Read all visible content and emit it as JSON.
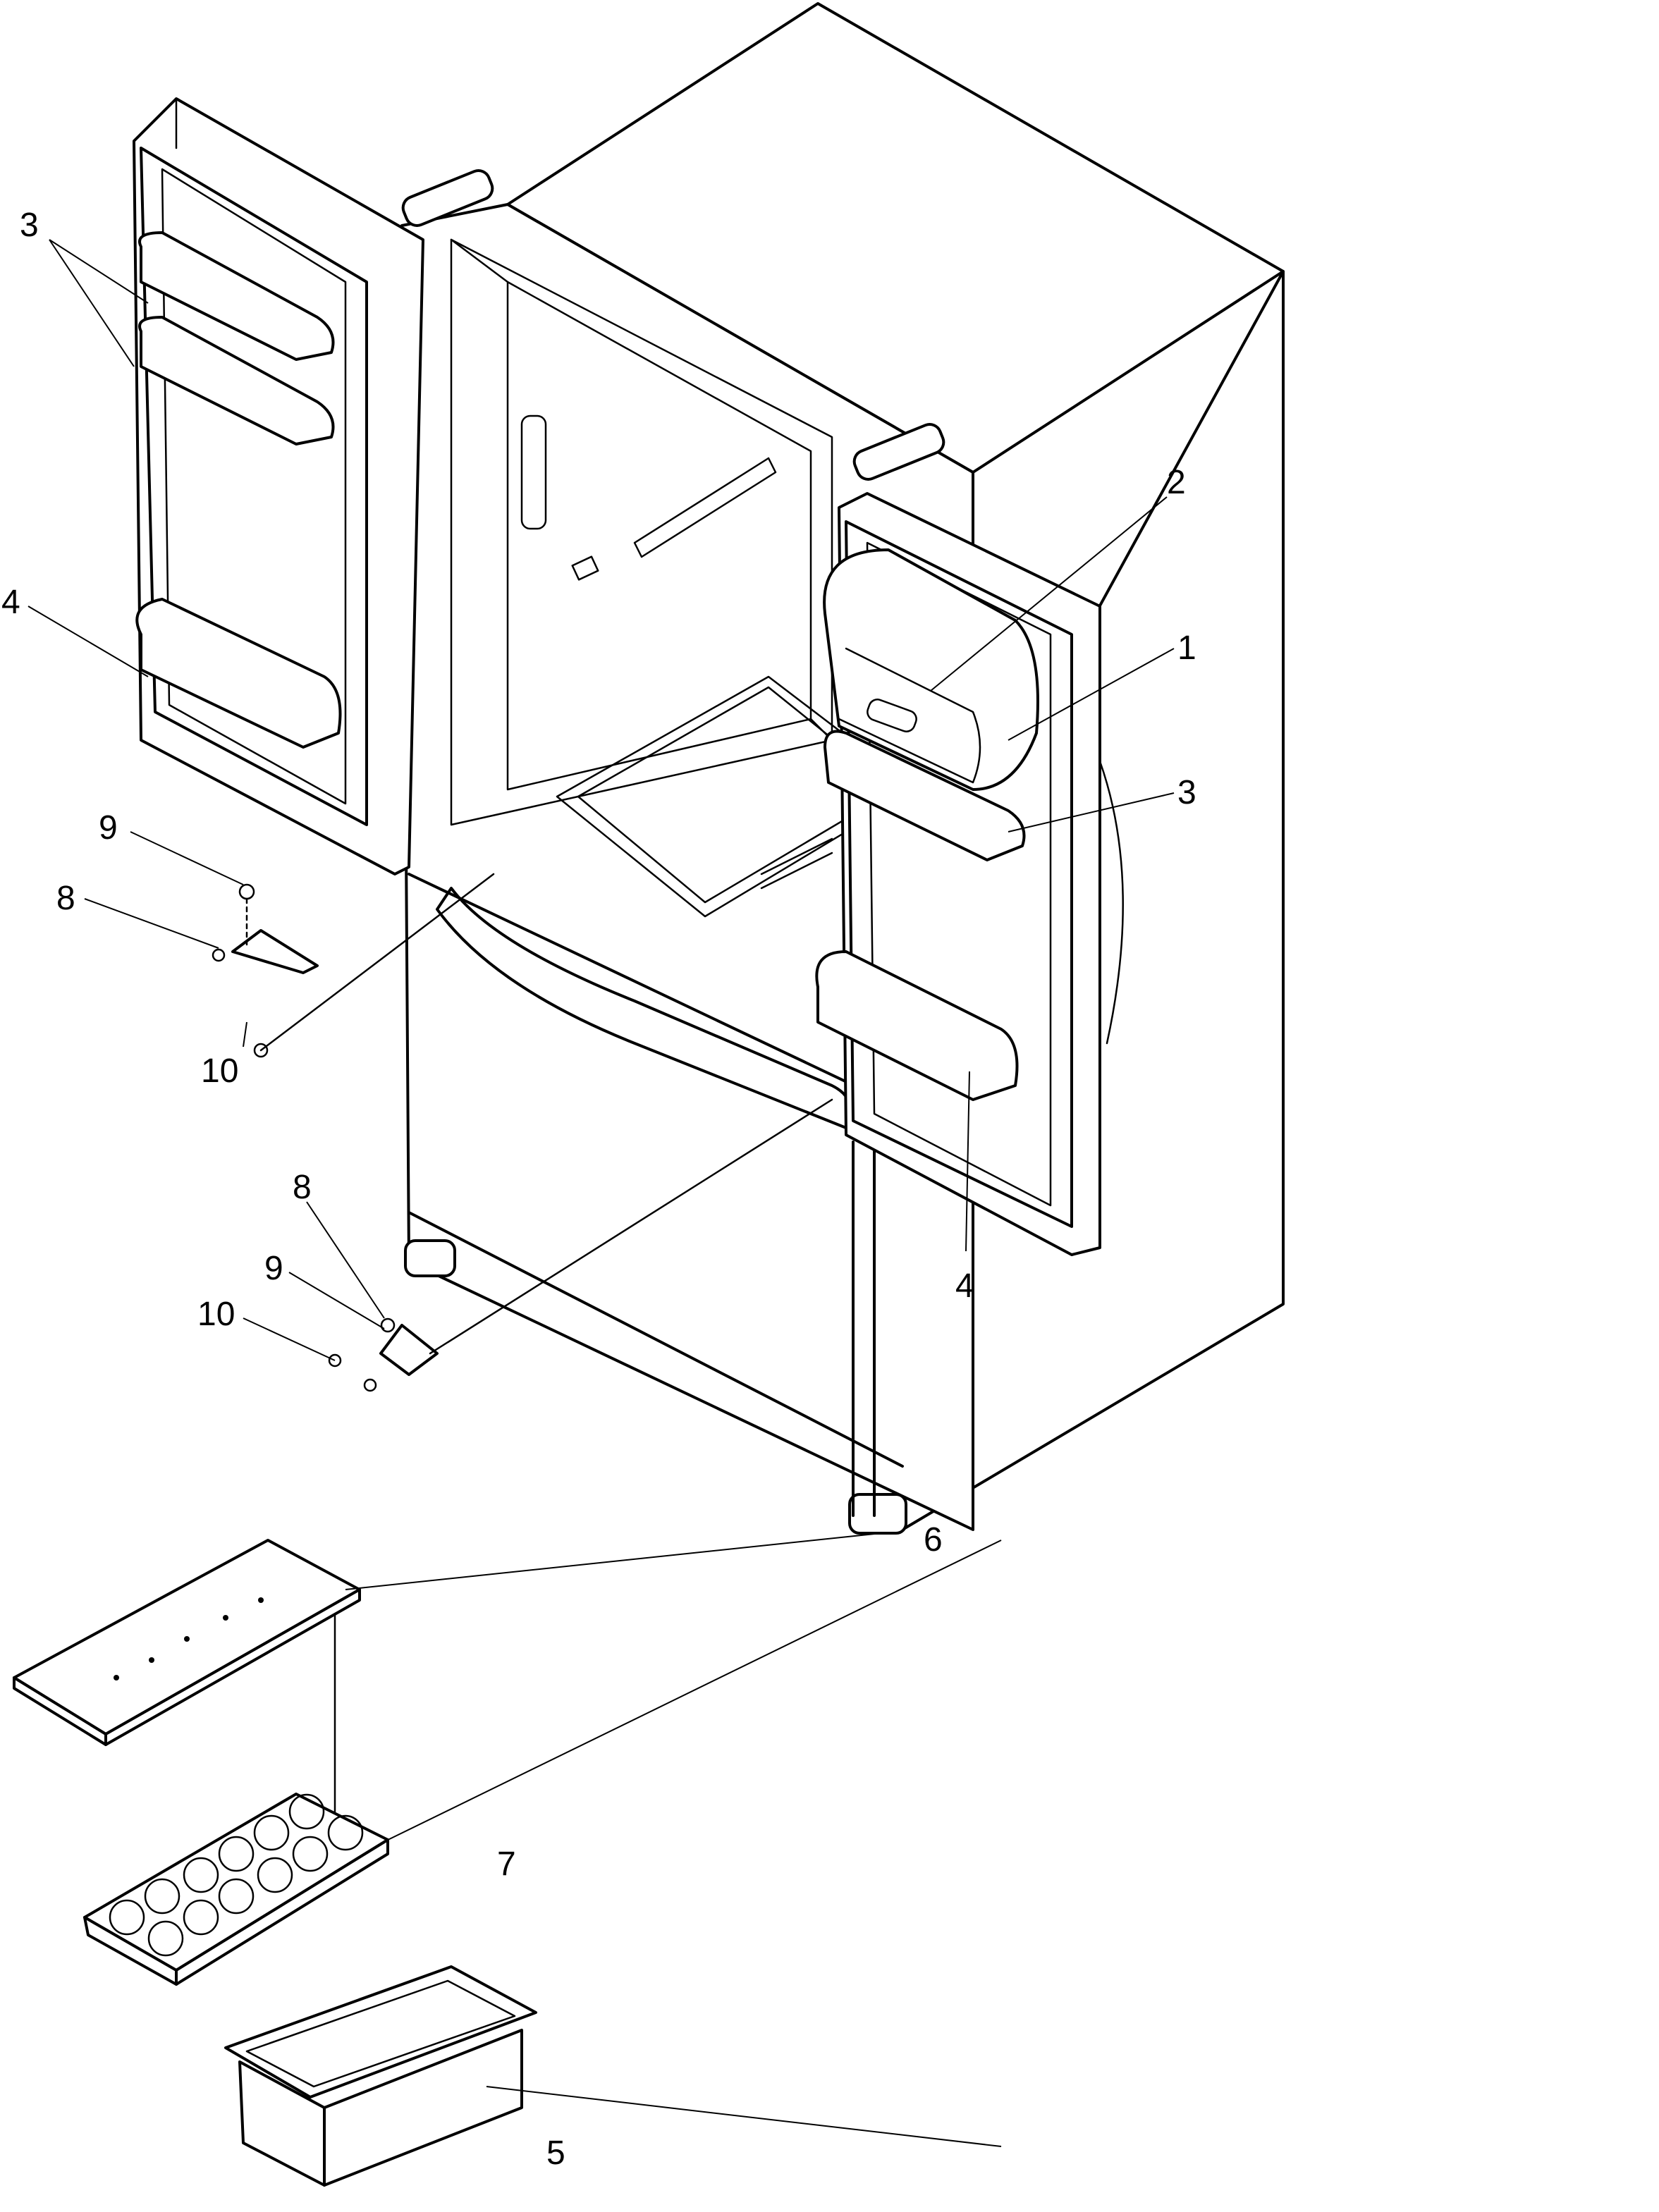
{
  "callouts": {
    "left_door_shelf_label": "3",
    "left_door_bin_label": "4",
    "hinge_upper_9": "9",
    "hinge_upper_8": "8",
    "hinge_upper_10": "10",
    "hinge_lower_8": "8",
    "hinge_lower_9": "9",
    "hinge_lower_10": "10",
    "right_door_dairy_2": "2",
    "right_door_dairy_1": "1",
    "right_door_shelf_3": "3",
    "right_door_bin_4": "4",
    "egg_cover_6": "6",
    "egg_tray_7": "7",
    "storage_bin_5": "5"
  }
}
